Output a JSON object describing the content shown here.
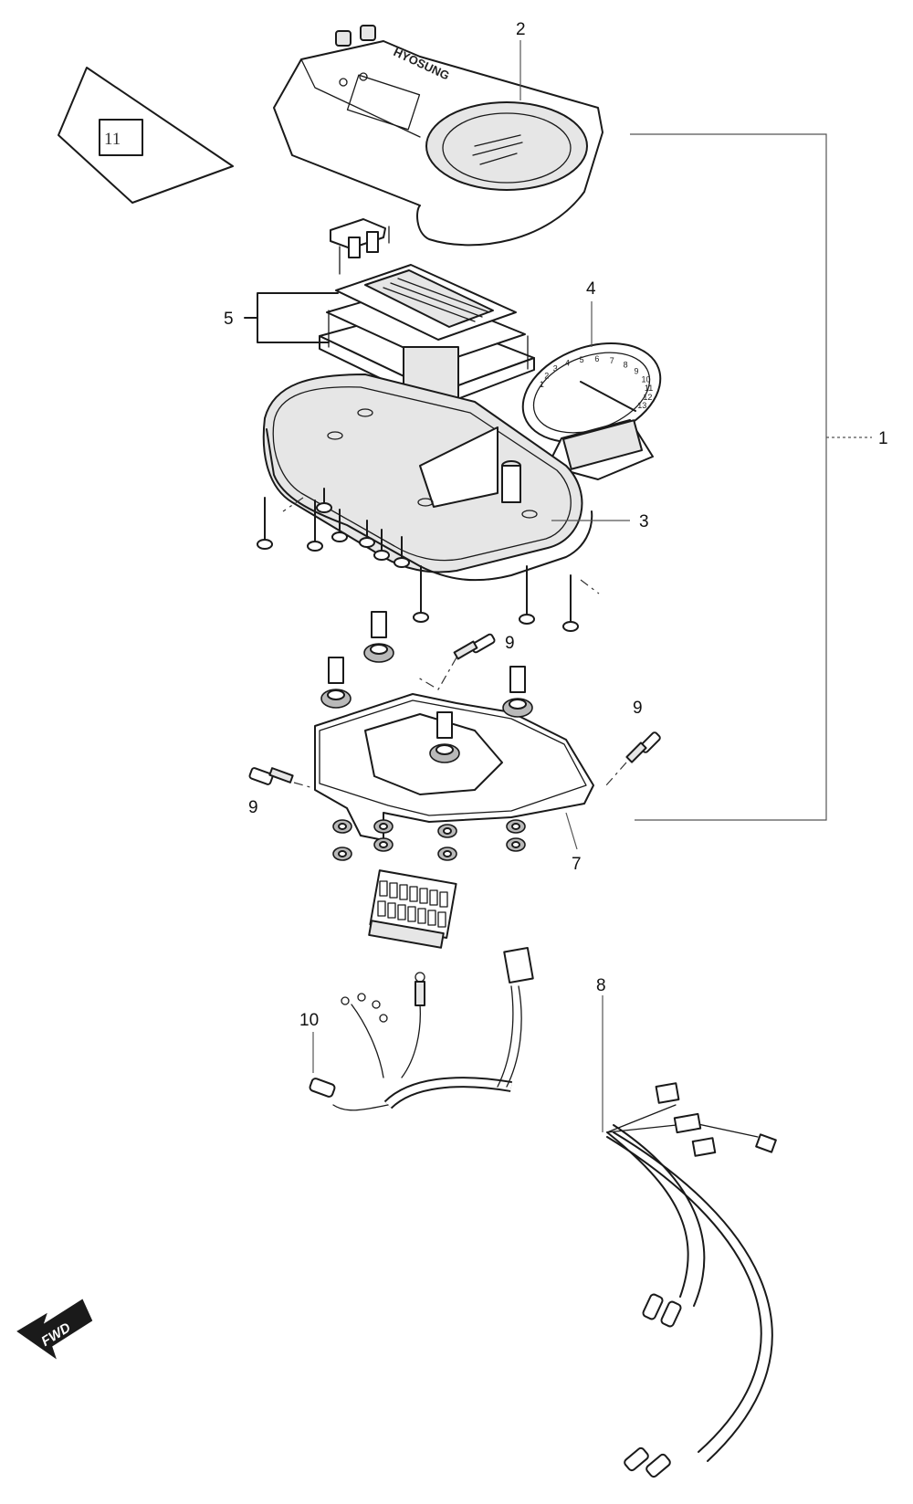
{
  "diagram": {
    "reference_box": "11",
    "direction_label": "FWD",
    "cover_brand_text": "HYOSUNG",
    "callouts": {
      "assembly": "1",
      "cover": "2",
      "case": "3",
      "speedometer": "4",
      "lcd_panel": "5",
      "bracket": "7",
      "harness": "8",
      "screw_a": "9",
      "screw_b": "9",
      "screw_c": "9",
      "bulb": "10"
    },
    "dial_numbers": [
      "1",
      "2",
      "3",
      "4",
      "5",
      "6",
      "7",
      "8",
      "9",
      "10",
      "11",
      "12",
      "13"
    ]
  }
}
